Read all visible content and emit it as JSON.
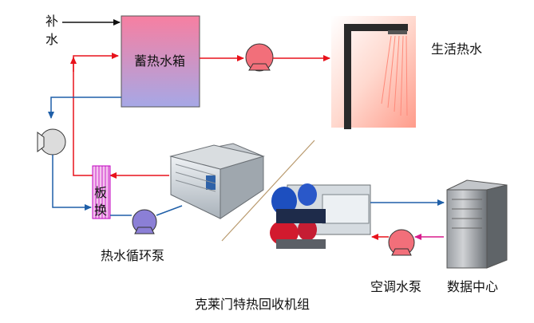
{
  "labels": {
    "makeup_water_1": "补",
    "makeup_water_2": "水",
    "storage_tank": "蓄热水箱",
    "domestic_hot_water": "生活热水",
    "plate_hx_1": "板",
    "plate_hx_2": "换",
    "hot_water_pump": "热水循环泵",
    "ac_water_pump": "空调水泵",
    "data_center": "数据中心",
    "heat_recovery_unit": "克莱门特热回收机组"
  },
  "colors": {
    "hot_line": "#e8121b",
    "cold_line": "#1f5fa8",
    "makeup_line": "#111111",
    "return_line": "#d81b8c",
    "pump_fill": "#f26f7a",
    "pump_blue": "#8b7fd6",
    "tank_top": "#f77fa1",
    "tank_bottom": "#a6a8e6"
  }
}
